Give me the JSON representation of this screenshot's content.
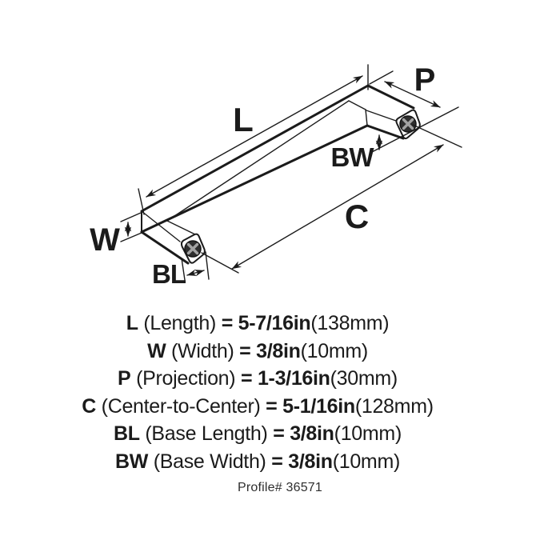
{
  "callouts": {
    "l": "L",
    "p": "P",
    "bw": "BW",
    "c": "C",
    "w": "W",
    "bl": "BL"
  },
  "specs": [
    {
      "label": "L",
      "desc": "(Length)",
      "eq": "=",
      "value": "5-7/16in",
      "metric": "(138mm)"
    },
    {
      "label": "W",
      "desc": "(Width)",
      "eq": "=",
      "value": "3/8in",
      "metric": "(10mm)"
    },
    {
      "label": "P",
      "desc": "(Projection)",
      "eq": "=",
      "value": "1-3/16in",
      "metric": "(30mm)"
    },
    {
      "label": "C",
      "desc": "(Center-to-Center)",
      "eq": "=",
      "value": "5-1/16in",
      "metric": "(128mm)"
    },
    {
      "label": "BL",
      "desc": "(Base Length)",
      "eq": "=",
      "value": "3/8in",
      "metric": "(10mm)"
    },
    {
      "label": "BW",
      "desc": "(Base Width)",
      "eq": "=",
      "value": "3/8in",
      "metric": "(10mm)"
    }
  ],
  "profile": "Profile# 36571",
  "colors": {
    "line": "#1b1b1b",
    "screw_fill": "#2e2e2e",
    "screw_cross": "#a3a3a3",
    "background": "#ffffff"
  }
}
